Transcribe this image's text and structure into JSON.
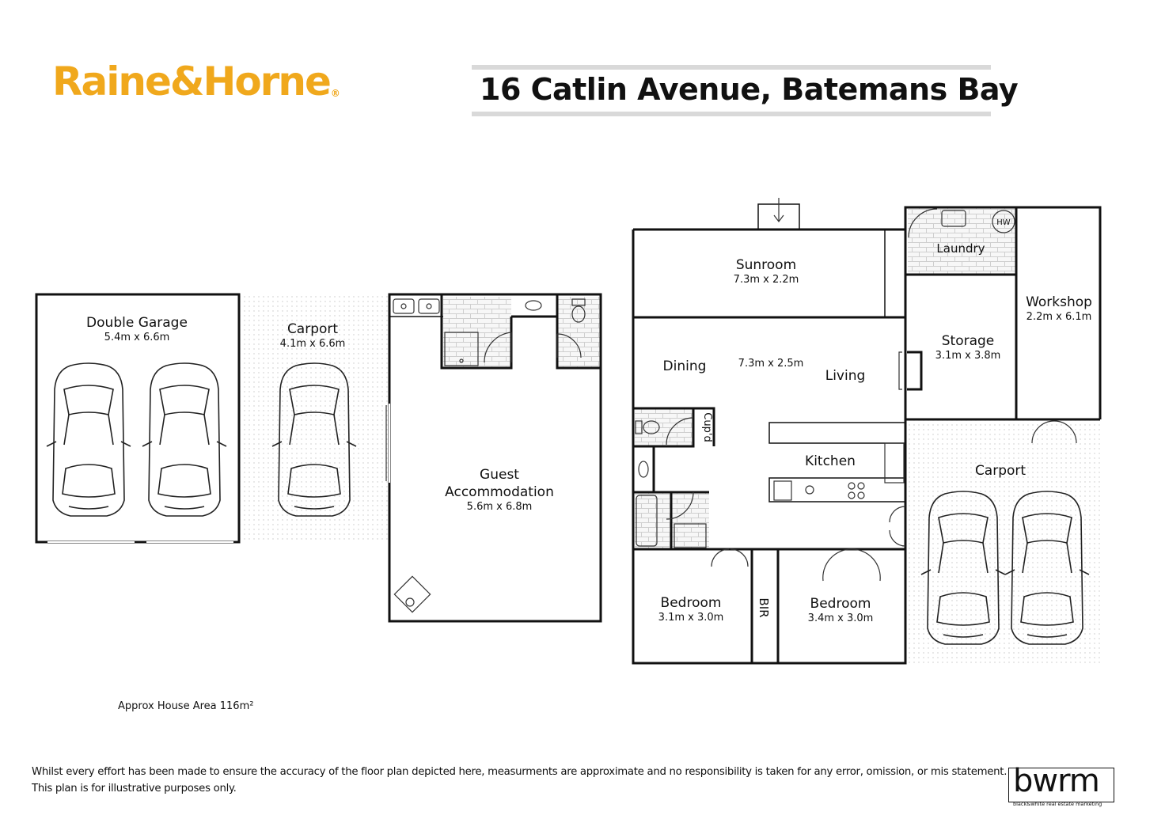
{
  "brand": {
    "logo_text": "Raine&Horne",
    "logo_mark": "®",
    "accent_color": "#f0a81c"
  },
  "header": {
    "address": "16 Catlin Avenue, Batemans Bay"
  },
  "rooms": {
    "double_garage": {
      "name": "Double Garage",
      "dims": "5.4m x 6.6m"
    },
    "carport_left": {
      "name": "Carport",
      "dims": "4.1m x 6.6m"
    },
    "guest": {
      "name_line1": "Guest",
      "name_line2": "Accommodation",
      "dims": "5.6m x 6.8m"
    },
    "sunroom": {
      "name": "Sunroom",
      "dims": "7.3m x 2.2m"
    },
    "laundry": {
      "name": "Laundry",
      "fixture": "HW"
    },
    "workshop": {
      "name": "Workshop",
      "dims": "2.2m x 6.1m"
    },
    "storage": {
      "name": "Storage",
      "dims": "3.1m x 3.8m"
    },
    "dining": {
      "name": "Dining"
    },
    "living": {
      "name": "Living",
      "dims": "7.3m x 2.5m"
    },
    "cupboard": {
      "name": "Cup'd"
    },
    "kitchen": {
      "name": "Kitchen"
    },
    "carport_right": {
      "name": "Carport"
    },
    "bedroom1": {
      "name": "Bedroom",
      "dims": "3.1m x 3.0m"
    },
    "bir": {
      "name": "BIR"
    },
    "bedroom2": {
      "name": "Bedroom",
      "dims": "3.4m x 3.0m"
    }
  },
  "footer": {
    "area": "Approx House Area 116m²",
    "disclaimer_line1": "Whilst every effort has been made to ensure the accuracy of the floor plan depicted here, measurments are approximate and no responsibility is taken for any error, omission, or mis statement.",
    "disclaimer_line2": "This plan is for illustrative purposes only.",
    "partner_logo": "bwrm",
    "partner_tagline": "black&white real estate marketing"
  }
}
